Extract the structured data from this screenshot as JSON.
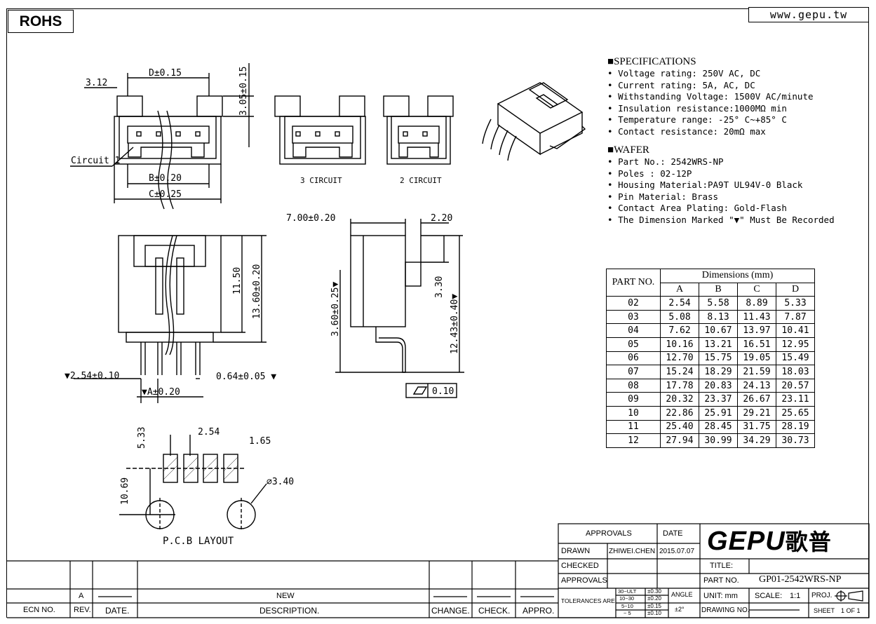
{
  "header": {
    "rohs": "ROHS",
    "website": "www.gepu.tw"
  },
  "drawing_labels": {
    "d_dim": "D±0.15",
    "dim_312": "3.12",
    "dim_305": "3.05±0.15",
    "circuit1": "Circuit 1",
    "b_dim": "B±0.20",
    "c_dim": "C±0.25",
    "three_circuit": "3 CIRCUIT",
    "two_circuit": "2 CIRCUIT",
    "dim_700": "7.00±0.20",
    "dim_220": "2.20",
    "dim_1150": "11.50",
    "dim_1360": "13.60±0.20",
    "dim_360": "3.60±0.25▼",
    "dim_330": "3.30",
    "dim_1243": "12.43±0.40▼",
    "dim_254_left": "▼2.54±0.10",
    "a_dim": "▼A±0.20",
    "dim_064": "0.64±0.05 ▼",
    "flatness": "0.10",
    "pcb_533": "5.33",
    "pcb_254": "2.54",
    "pcb_165": "1.65",
    "pcb_1069": "10.69",
    "pcb_340": "⌀3.40",
    "pcb_layout": "P.C.B  LAYOUT"
  },
  "specifications": {
    "title": "SPECIFICATIONS",
    "items": [
      "Voltage rating: 250V AC, DC",
      "Current rating: 5A, AC, DC",
      "Withstanding Voltage: 1500V AC/minute",
      "Insulation resistance:1000MΩ min",
      "Temperature range: -25° C~+85° C",
      "Contact resistance: 20mΩ max"
    ]
  },
  "wafer": {
    "title": "WAFER",
    "items": [
      "Part No.: 2542WRS-NP",
      "Poles : 02-12P",
      "Housing Material:PA9T UL94V-0 Black",
      "Pin Material: Brass",
      "Contact Area Plating: Gold-Flash",
      "The Dimension Marked \"▼\" Must Be Recorded"
    ]
  },
  "dimension_table": {
    "part_no_header": "PART NO.",
    "dimensions_header": "Dimensions (mm)",
    "columns": [
      "A",
      "B",
      "C",
      "D"
    ],
    "rows": [
      [
        "02",
        "2.54",
        "5.58",
        "8.89",
        "5.33"
      ],
      [
        "03",
        "5.08",
        "8.13",
        "11.43",
        "7.87"
      ],
      [
        "04",
        "7.62",
        "10.67",
        "13.97",
        "10.41"
      ],
      [
        "05",
        "10.16",
        "13.21",
        "16.51",
        "12.95"
      ],
      [
        "06",
        "12.70",
        "15.75",
        "19.05",
        "15.49"
      ],
      [
        "07",
        "15.24",
        "18.29",
        "21.59",
        "18.03"
      ],
      [
        "08",
        "17.78",
        "20.83",
        "24.13",
        "20.57"
      ],
      [
        "09",
        "20.32",
        "23.37",
        "26.67",
        "23.11"
      ],
      [
        "10",
        "22.86",
        "25.91",
        "29.21",
        "25.65"
      ],
      [
        "11",
        "25.40",
        "28.45",
        "31.75",
        "28.19"
      ],
      [
        "12",
        "27.94",
        "30.99",
        "34.29",
        "30.73"
      ]
    ]
  },
  "title_block": {
    "approvals": "APPROVALS",
    "date": "DATE",
    "drawn": "DRAWN",
    "drawn_by": "ZHIWEI.CHEN",
    "drawn_date": "2015.07.07",
    "checked": "CHECKED",
    "approvals2": "APPROVALS",
    "tolerances": "TOLERANCES ARE",
    "tol_ranges": [
      "30~ULT",
      "10~30",
      "5~10",
      "~ 5"
    ],
    "tol_values": [
      "±0.30",
      "±0.20",
      "±0.15",
      "±0.10"
    ],
    "angle": "ANGLE",
    "angle_value": "±2°",
    "logo": "GEPU",
    "logo_cn": "歌普",
    "title_label": "TITLE:",
    "part_no_label": "PART NO.",
    "part_no": "GP01-2542WRS-NP",
    "unit_label": "UNIT: mm",
    "scale_label": "SCALE:",
    "scale": "1:1",
    "proj": "PROJ.",
    "drawing_no": "DRAWING NO.",
    "sheet": "SHEET",
    "sheet_of": "1 OF 1"
  },
  "revision_block": {
    "rev": "A",
    "description": "NEW",
    "headers": [
      "ECN NO.",
      "REV.",
      "DATE.",
      "DESCRIPTION.",
      "CHANGE.",
      "CHECK.",
      "APPRO."
    ]
  }
}
